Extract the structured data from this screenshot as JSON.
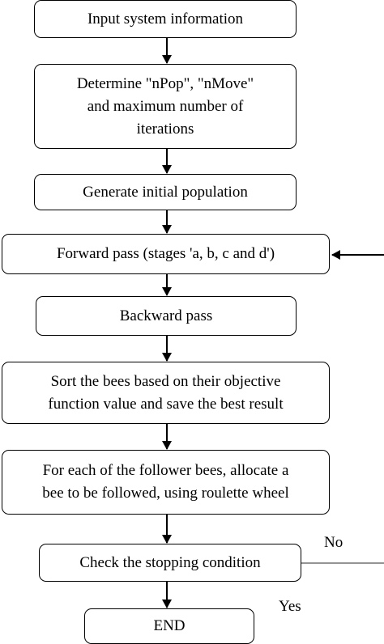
{
  "flowchart": {
    "steps": {
      "input": "Input system information",
      "determine": [
        "Determine \"nPop\", \"nMove\"",
        "and maximum number of",
        "iterations"
      ],
      "generate": "Generate initial population",
      "forward": "Forward pass (stages 'a, b, c and d')",
      "backward": "Backward pass",
      "sort": [
        "Sort the bees based on their objective",
        "function value and save the best result"
      ],
      "follower": [
        "For each of the follower bees, allocate a",
        "bee to be followed, using roulette wheel"
      ],
      "check": "Check the stopping condition",
      "end": "END"
    },
    "branch_labels": {
      "no": "No",
      "yes": "Yes"
    }
  }
}
